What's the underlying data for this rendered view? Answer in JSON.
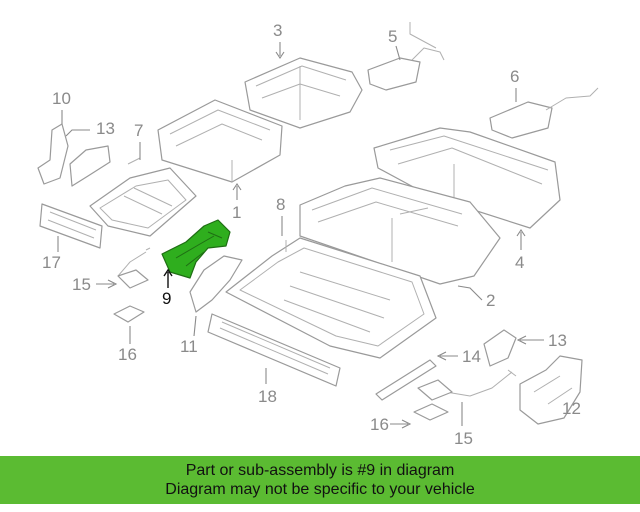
{
  "diagram": {
    "callouts": {
      "c1": "1",
      "c2": "2",
      "c3": "3",
      "c4": "4",
      "c5": "5",
      "c6": "6",
      "c7": "7",
      "c8": "8",
      "c9": "9",
      "c10": "10",
      "c11": "11",
      "c12": "12",
      "c13a": "13",
      "c13b": "13",
      "c15a": "15",
      "c15b": "15",
      "c16a": "16",
      "c16b": "16",
      "c17": "17",
      "c18": "18",
      "c14": "14"
    },
    "highlighted_part": "9",
    "highlight_color": "#2fae1e"
  },
  "banner": {
    "line1": "Part or sub-assembly is #9 in diagram",
    "line2": "Diagram may not be specific to your vehicle",
    "background": "#5bbb32"
  }
}
